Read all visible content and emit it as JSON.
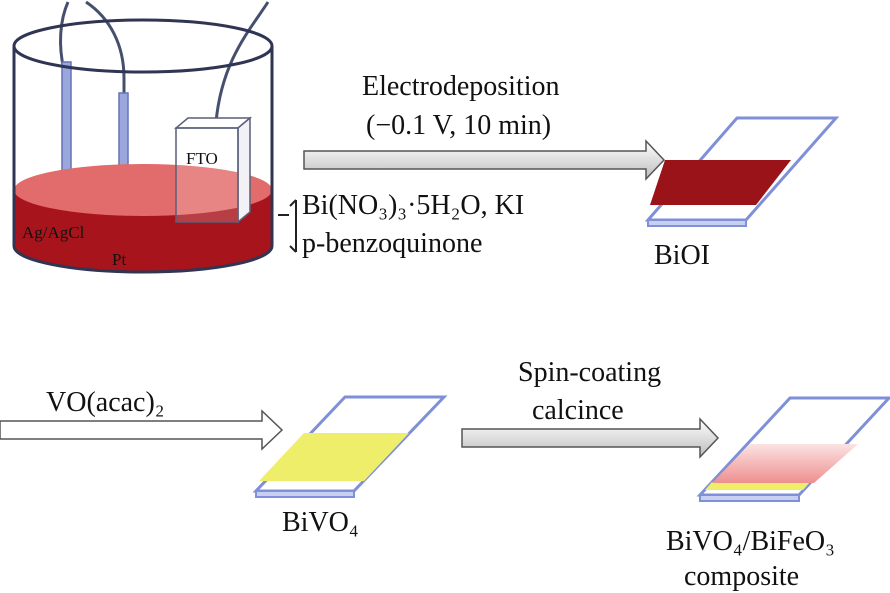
{
  "step1": {
    "arrow_line1": "Electrodeposition",
    "arrow_line2": "(−0.1 V, 10 min)",
    "precursor": "Bi(NO₃)₃·5H₂O, KI",
    "additive": "p-benzoquinone",
    "product": "BiOI"
  },
  "cell": {
    "reference_electrode": "Ag/AgCl",
    "counter_electrode": "Pt",
    "working_electrode": "FTO"
  },
  "step2": {
    "reagent": "VO(acac)₂",
    "product": "BiVO₄"
  },
  "step3": {
    "line1": "Spin-coating",
    "line2": "calcince",
    "product_line1": "BiVO₄/BiFeO₃",
    "product_line2": "composite"
  },
  "colors": {
    "electrolyte": "#a8141c",
    "electrolyte_top": "#e06969",
    "biOI_film": "#9a1318",
    "bivo4_film": "#eeee6a",
    "bifeo3_film": "#f3a6a6",
    "substrate_edge": "#7f8fd8",
    "arrow_fill_top": "#ffffff",
    "arrow_fill_bottom": "#bdbdbd"
  }
}
